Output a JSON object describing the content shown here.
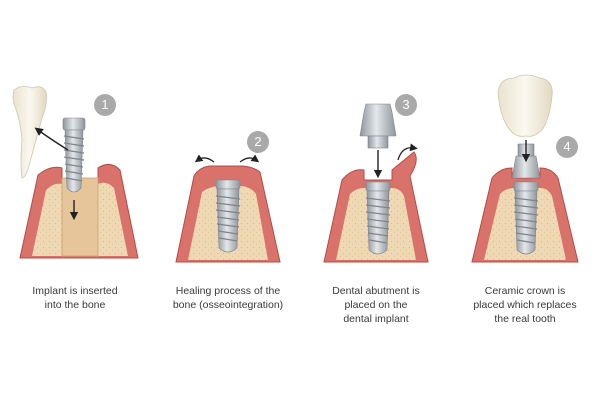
{
  "steps": [
    {
      "number": "1",
      "caption": "Implant is inserted\ninto the bone"
    },
    {
      "number": "2",
      "caption": "Healing process of the\nbone (osseointegration)"
    },
    {
      "number": "3",
      "caption": "Dental abutment is\nplaced on the\ndental implant"
    },
    {
      "number": "4",
      "caption": "Ceramic crown is\nplaced which replaces\nthe real tooth"
    }
  ],
  "colors": {
    "gum": "#d9726b",
    "gum_edge": "#b84b47",
    "bone": "#efd8b4",
    "socket": "#e6c59a",
    "metal": "#c9cdd1",
    "metal_dark": "#8e959c",
    "badge": "#a9a9a9",
    "crown": "#f3eddc",
    "arrow": "#222222"
  }
}
